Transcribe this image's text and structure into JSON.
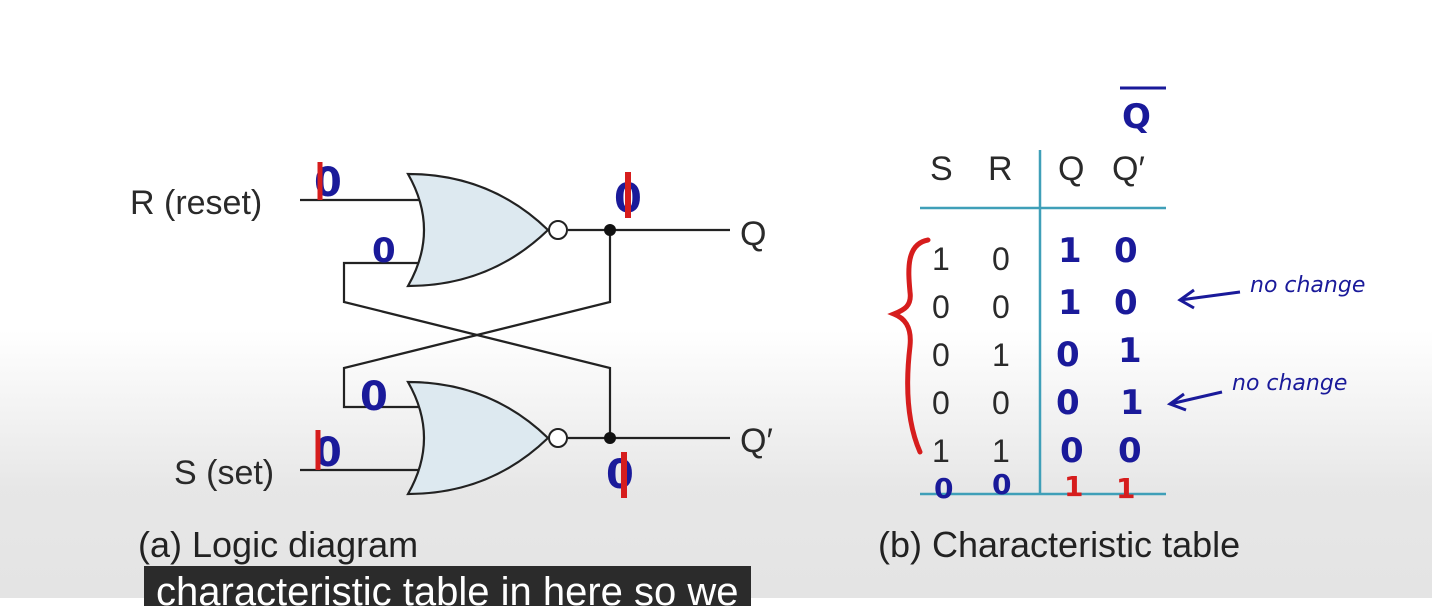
{
  "logic_diagram": {
    "input_r": "R (reset)",
    "input_s": "S (set)",
    "output_q": "Q",
    "output_q_prime": "Q′",
    "caption": "(a) Logic diagram",
    "annotations": {
      "r_input": "0",
      "r_gate_feedback": "0",
      "q_output": "0",
      "s_gate_feedback": "0",
      "s_input": "0",
      "q_prime_output": "0"
    }
  },
  "characteristic_table": {
    "caption": "(b) Characteristic table",
    "headers": [
      "S",
      "R",
      "Q",
      "Q′"
    ],
    "rows": [
      [
        "1",
        "0",
        "1",
        "0"
      ],
      [
        "0",
        "0",
        "1",
        "0"
      ],
      [
        "0",
        "1",
        "0",
        "1"
      ],
      [
        "0",
        "0",
        "0",
        "1"
      ],
      [
        "1",
        "1",
        "0",
        "0"
      ],
      [
        "0",
        "0",
        "1",
        "1"
      ]
    ],
    "qbar_annotation": "Q",
    "notes": [
      "no change",
      "no change"
    ]
  },
  "subtitle": "characteristic table in here so we",
  "colors": {
    "gate_fill": "#dde9f0",
    "table_line": "#3f9fb8",
    "ink_blue": "#1a1a9a",
    "ink_red": "#d61d1d"
  }
}
